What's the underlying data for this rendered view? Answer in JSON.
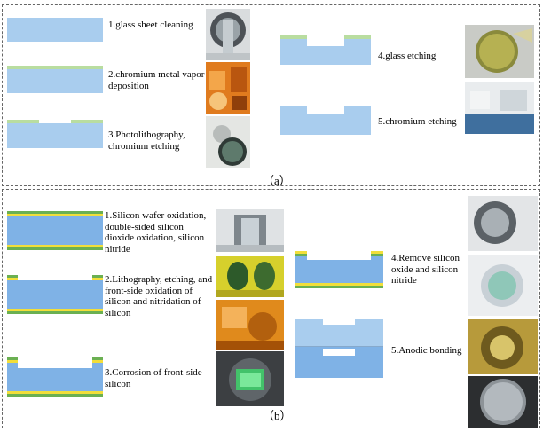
{
  "panel_a": {
    "caption": "（a）",
    "steps": [
      {
        "label": "1.glass sheet cleaning",
        "photo": "cleaning-machine"
      },
      {
        "label": "2.chromium metal vapor deposition",
        "photo": "deposition-chamber"
      },
      {
        "label": "3.Photolithography, chromium etching",
        "photo": "wafer-photolithography"
      },
      {
        "label": "4.glass etching",
        "photo": "etched-glass-wafer"
      },
      {
        "label": "5.chromium etching",
        "photo": "etching-bench"
      }
    ]
  },
  "panel_b": {
    "caption": "（b）",
    "steps": [
      {
        "label": "1.Silicon wafer oxidation, double-sided silicon dioxide oxidation, silicon nitride",
        "photo": "oxidation-furnace"
      },
      {
        "label": "2.Lithography, etching, and front-side oxidation of silicon and nitridation of silicon",
        "photo": "lithography-yellow-room"
      },
      {
        "label": "3.Corrosion of front-side silicon",
        "photo": "silicon-corrosion-bath"
      },
      {
        "label": "4.Remove silicon oxide and silicon nitride",
        "photo": "wafer-holder"
      },
      {
        "label": "5.Anodic bonding",
        "photo": "bonding-machine"
      }
    ]
  },
  "colors": {
    "glass": "#a9cdee",
    "chromium": "#b9dda0",
    "oxide": "#f2de3a",
    "nitride": "#6bb052",
    "silicon": "#7fb2e6"
  }
}
